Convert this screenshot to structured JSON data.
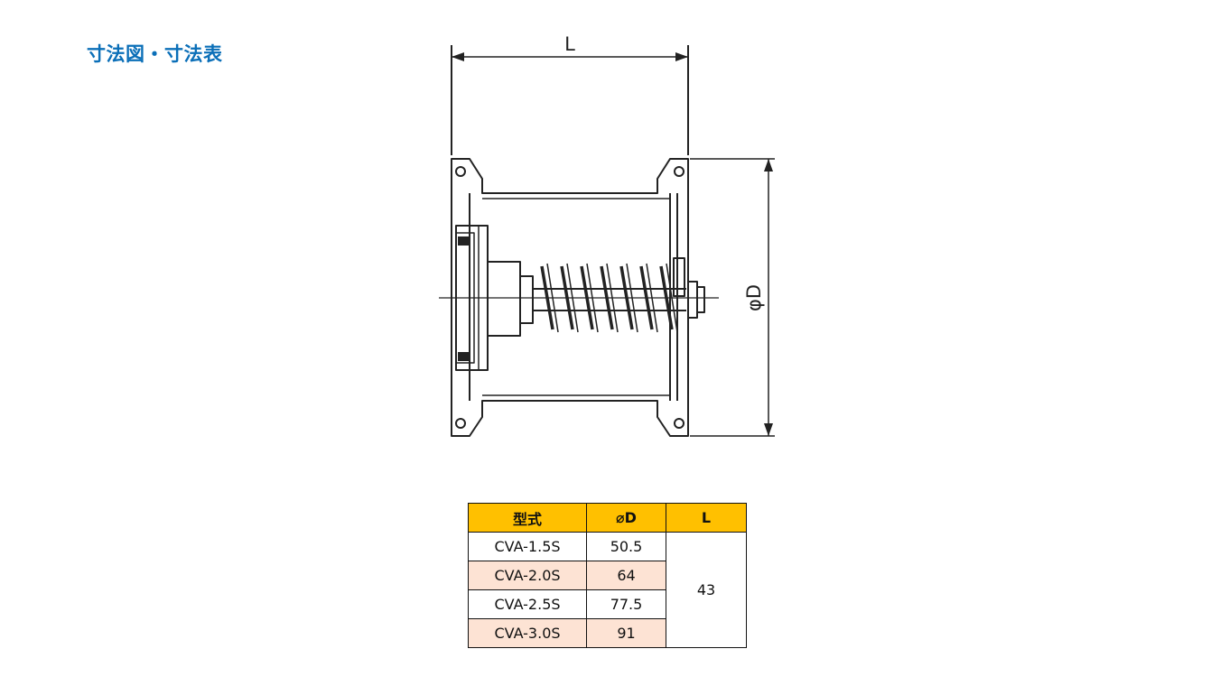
{
  "title": "寸法図・寸法表",
  "drawing": {
    "length_label": "L",
    "diameter_label": "φD",
    "line_color": "#222222"
  },
  "table": {
    "header_color": "#ffc000",
    "stripe_color": "#fde3d4",
    "headers": [
      "型式",
      "⌀D",
      "L"
    ],
    "rows": [
      {
        "model": "CVA-1.5S",
        "d": "50.5"
      },
      {
        "model": "CVA-2.0S",
        "d": "64"
      },
      {
        "model": "CVA-2.5S",
        "d": "77.5"
      },
      {
        "model": "CVA-3.0S",
        "d": "91"
      }
    ],
    "l_value": "43"
  }
}
